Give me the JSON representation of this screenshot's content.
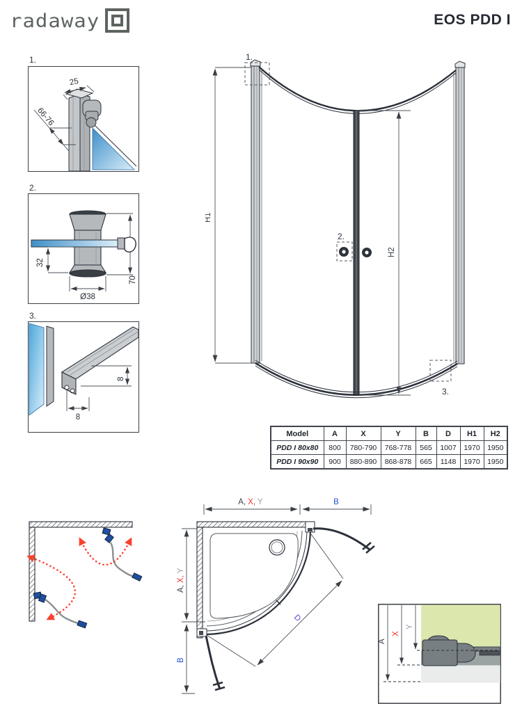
{
  "header": {
    "logo_text": "radaway",
    "title": "EOS PDD I"
  },
  "figures": {
    "fig1": {
      "label": "1.",
      "dim_width": "25",
      "dim_height_range": "66-76"
    },
    "fig2": {
      "label": "2.",
      "dim_offset": "32",
      "dim_diameter": "Ø38",
      "dim_height": "70"
    },
    "fig3": {
      "label": "3.",
      "dim_width": "8",
      "dim_height": "8"
    }
  },
  "elevation": {
    "dim_h1": "H1",
    "dim_h2": "H2",
    "callout_1": "1.",
    "callout_2": "2.",
    "callout_3": "3."
  },
  "table": {
    "headers": [
      "Model",
      "A",
      "X",
      "Y",
      "B",
      "D",
      "H1",
      "H2"
    ],
    "rows": [
      [
        "PDD I 80x80",
        "800",
        "780-790",
        "768-778",
        "565",
        "1007",
        "1970",
        "1950"
      ],
      [
        "PDD I 90x90",
        "900",
        "880-890",
        "868-878",
        "665",
        "1148",
        "1970",
        "1950"
      ]
    ]
  },
  "plan": {
    "dim_a": "A,",
    "dim_x": "X,",
    "dim_y": "Y",
    "dim_b": "B",
    "dim_d": "D"
  },
  "wall_adjust": {
    "dim_a": "A",
    "dim_x": "X",
    "dim_y": "Y"
  },
  "colors": {
    "accent_red": "#e8342a",
    "accent_blue": "#2553cf",
    "accent_violet": "#5a4fd0",
    "label_gray": "#9aa0a8",
    "ink_dark": "#262a33",
    "logo_gray": "#5d645f",
    "glass_blue": "#4ea8dc",
    "tray_green": "#dce7ae",
    "swing_arrow_red": "#f9422e",
    "hinge_blue": "#1f4f9e"
  }
}
